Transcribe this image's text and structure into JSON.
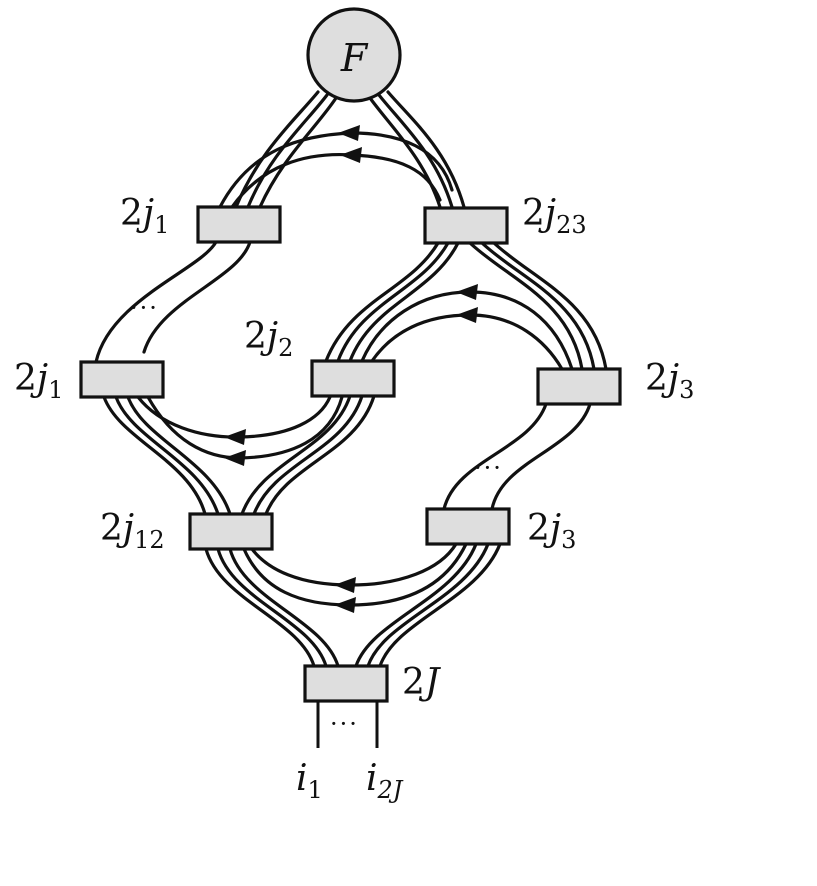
{
  "node_top": {
    "label": "F"
  },
  "labels": {
    "top_left_coeff": "2",
    "top_left_var": "j",
    "top_left_sub": "1",
    "top_right_coeff": "2",
    "top_right_var": "j",
    "top_right_sub": "23",
    "mid_left_coeff": "2",
    "mid_left_var": "j",
    "mid_left_sub": "1",
    "mid_center_coeff": "2",
    "mid_center_var": "j",
    "mid_center_sub": "2",
    "mid_right_coeff": "2",
    "mid_right_var": "j",
    "mid_right_sub": "3",
    "low_left_coeff": "2",
    "low_left_var": "j",
    "low_left_sub": "12",
    "low_right_coeff": "2",
    "low_right_var": "j",
    "low_right_sub": "3",
    "bottom_coeff": "2",
    "bottom_var": "J",
    "out_left_var": "i",
    "out_left_sub": "1",
    "out_right_var": "i",
    "out_right_sub": "2J"
  },
  "ellipsis": "···"
}
